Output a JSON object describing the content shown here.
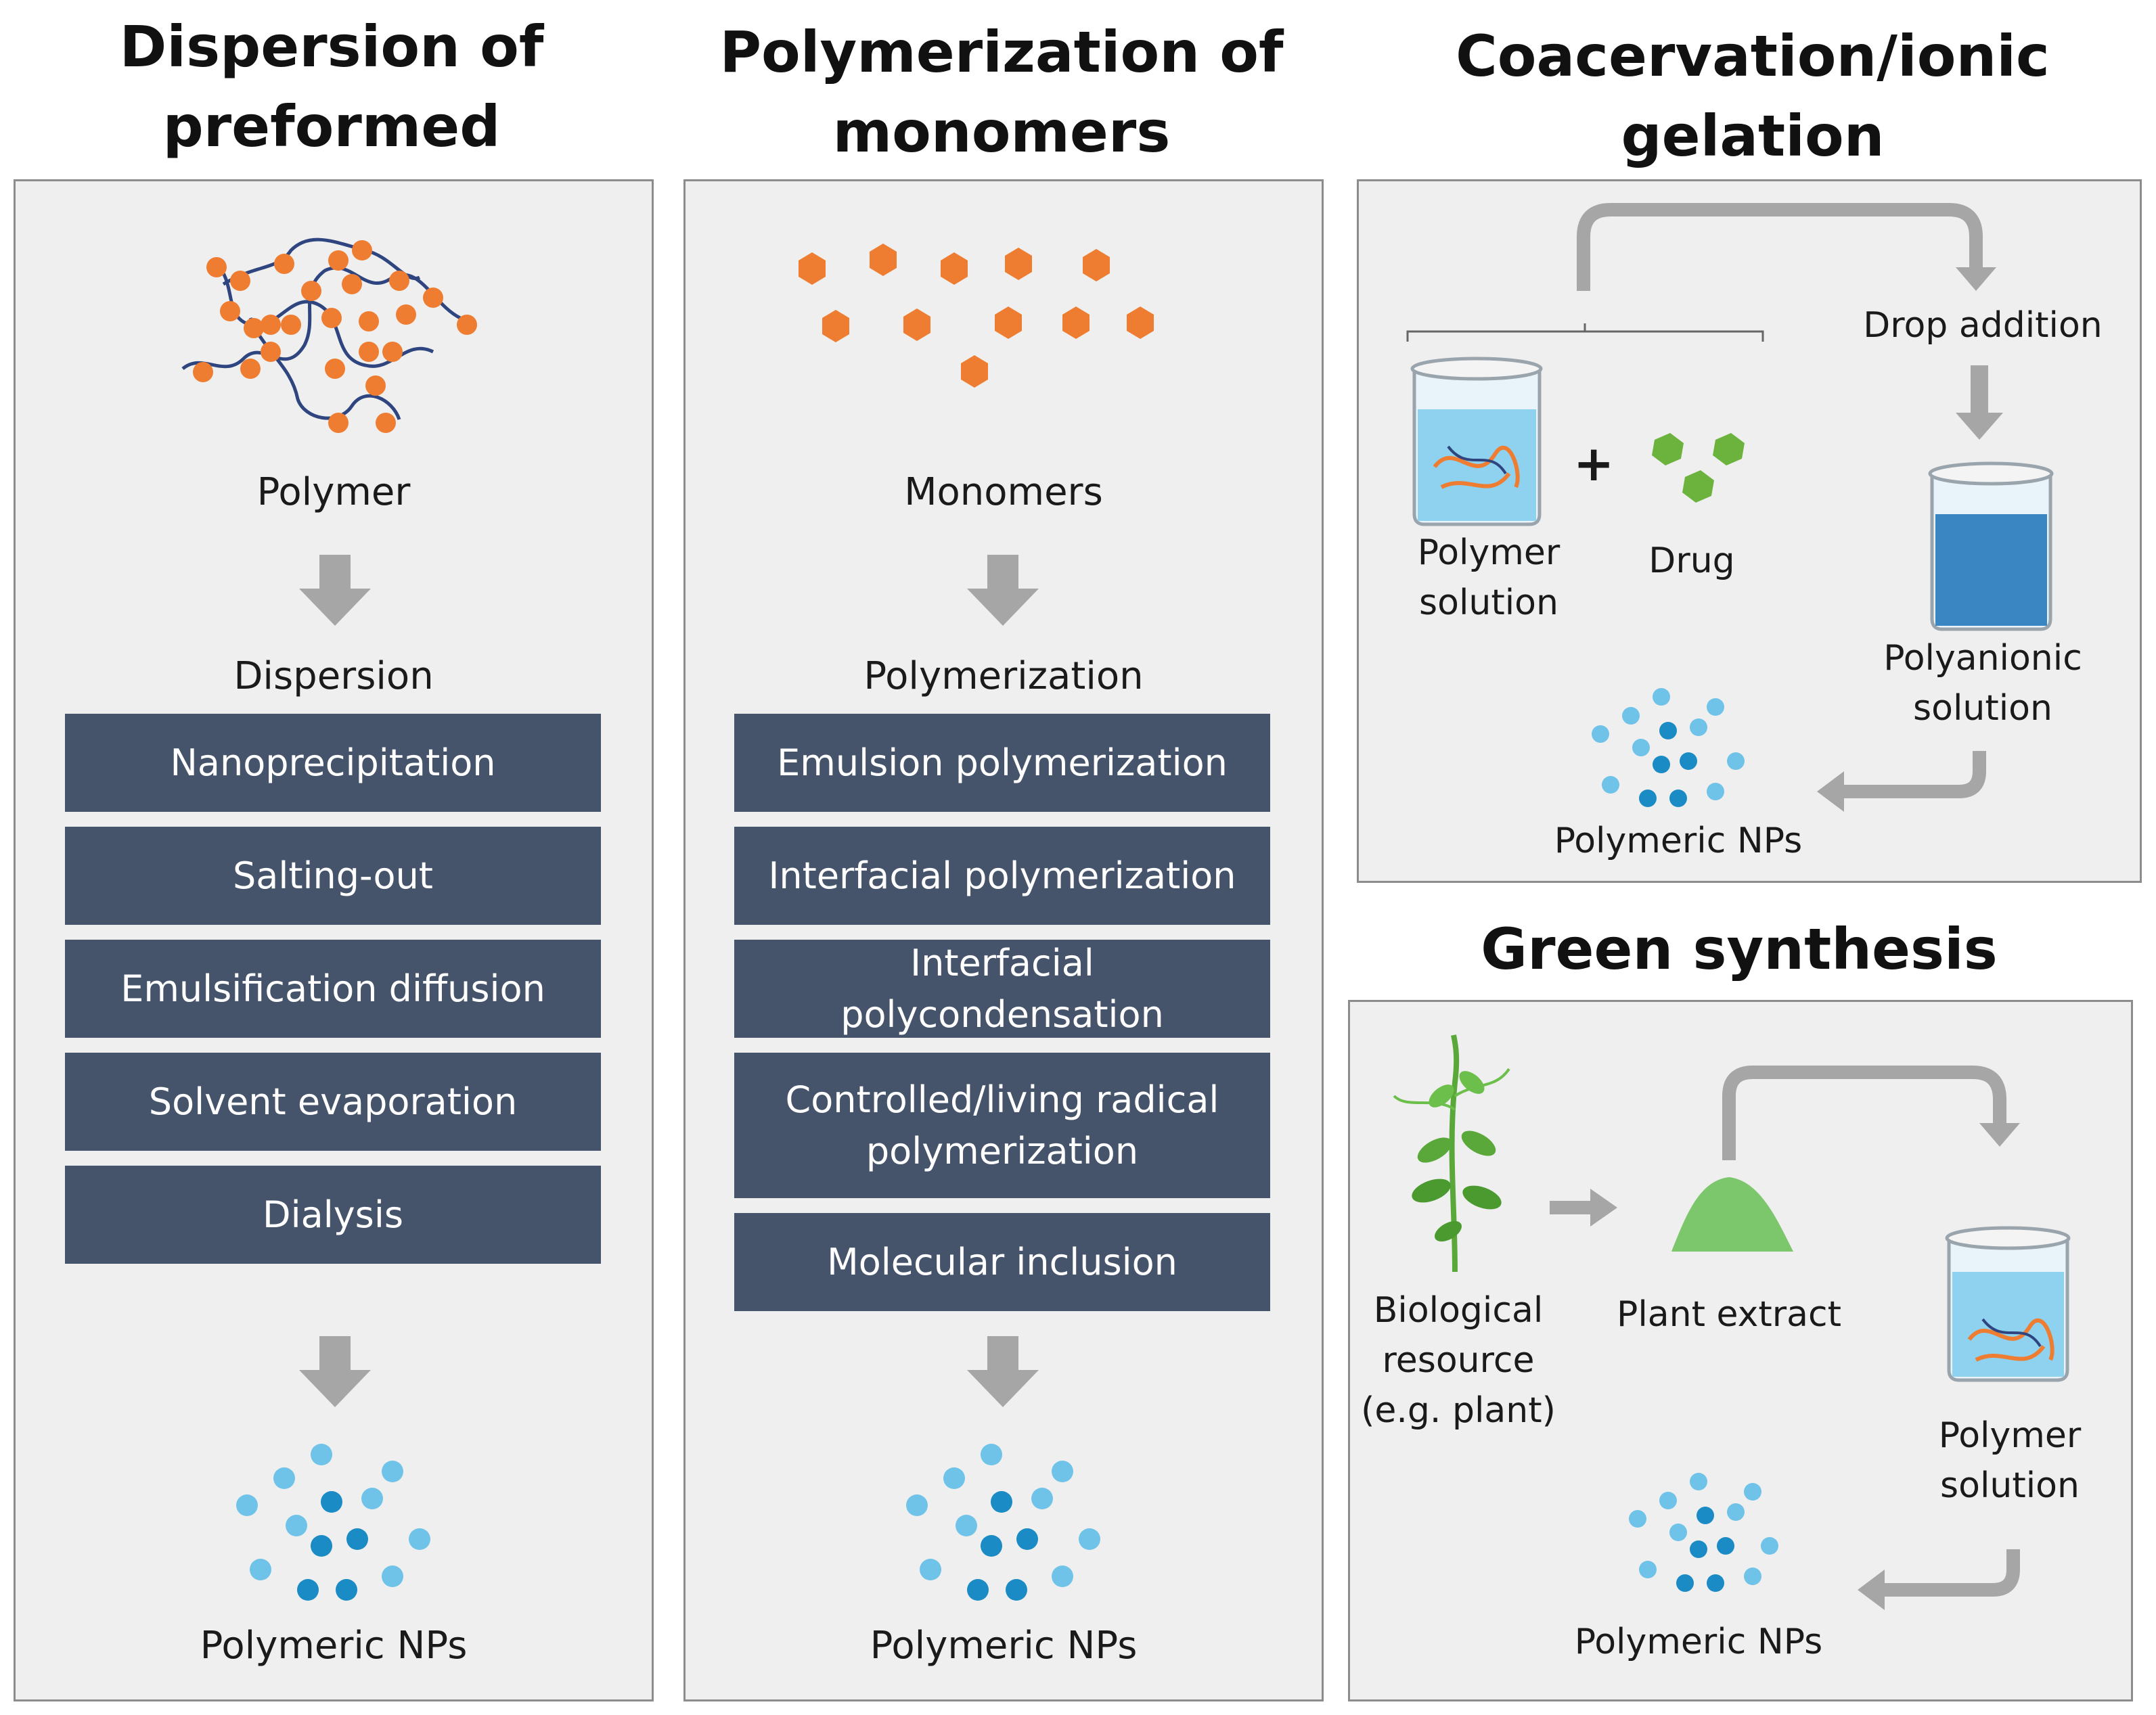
{
  "sections": {
    "dispersion": {
      "title_line1": "Dispersion of",
      "title_line2": "preformed polymers",
      "start_label": "Polymer",
      "step_label": "Dispersion",
      "methods": [
        "Nanoprecipitation",
        "Salting-out",
        "Emulsification diffusion",
        "Solvent evaporation",
        "Dialysis"
      ],
      "result_label": "Polymeric NPs"
    },
    "polymerization": {
      "title_line1": "Polymerization of",
      "title_line2": "monomers",
      "start_label": "Monomers",
      "step_label": "Polymerization",
      "methods": [
        "Emulsion polymerization",
        "Interfacial polymerization",
        "Interfacial polycondensation",
        "Controlled/living radical\npolymerization",
        "Molecular inclusion"
      ],
      "result_label": "Polymeric NPs"
    },
    "coacervation": {
      "title_line1": "Coacervation/ionic",
      "title_line2": "gelation",
      "polymer_solution_label": "Polymer\nsolution",
      "plus_sign": "+",
      "drug_label": "Drug",
      "drop_addition_label": "Drop addition",
      "polyanionic_label": "Polyanionic\nsolution",
      "result_label": "Polymeric NPs"
    },
    "green": {
      "title": "Green synthesis",
      "bio_label": "Biological\nresource\n(e.g. plant)",
      "extract_label": "Plant extract",
      "polymer_solution_label": "Polymer\nsolution",
      "result_label": "Polymeric NPs"
    }
  },
  "colors": {
    "method_box": "#45546b",
    "panel_bg": "#efefef",
    "arrow": "#a6a6a6",
    "monomer": "#ee7d31",
    "chain": "#2e4580",
    "np_light": "#6fc3e8",
    "np_dark": "#1a8bc4",
    "drug": "#6cb33e",
    "plant": "#5aa83a",
    "extract": "#7cc66b",
    "water": "#8ed2f0",
    "polyanion": "#3a86c2"
  },
  "icons": [
    "polymer-chain-icon",
    "monomer-icon",
    "nanoparticle-icon",
    "beaker-icon",
    "drug-icon",
    "plant-icon",
    "powder-icon",
    "down-arrow-icon",
    "curved-arrow-icon"
  ]
}
